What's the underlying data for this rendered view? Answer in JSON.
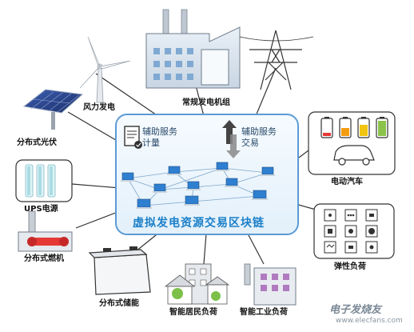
{
  "hub": {
    "title": "虚拟发电资源交易区块链",
    "service_metering": [
      "辅助服务",
      "计量"
    ],
    "service_trading": [
      "辅助服务",
      "交易"
    ]
  },
  "nodes": {
    "wind": "风力发电",
    "conventional": "常规发电机组",
    "solar": "分布式光伏",
    "ev": "电动汽车",
    "ups": "UPS电源",
    "gas_turbine": "分布式燃机",
    "flexible_load": "弹性负荷",
    "storage": "分布式储能",
    "residential_load": "智能居民负荷",
    "industrial_load": "智能工业负荷"
  },
  "watermark": {
    "brand": "电子发烧友",
    "url": "www.elecfans.com"
  },
  "colors": {
    "hub_border": "#5b9bd5",
    "hub_fill": "#eef6fc",
    "title": "#1a7fc8",
    "battery_red": "#e53935",
    "battery_orange": "#f39c12",
    "battery_yellow": "#f1c40f",
    "battery_green": "#8bc34a"
  }
}
